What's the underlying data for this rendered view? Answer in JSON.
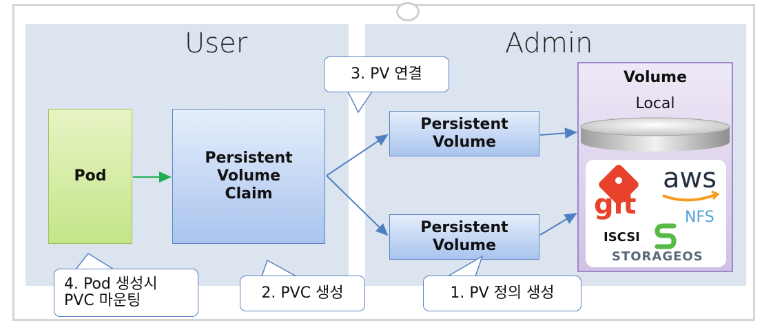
{
  "panels": {
    "user_title": "User",
    "admin_title": "Admin"
  },
  "nodes": {
    "pod": "Pod",
    "pvc": "Persistent\nVolume\nClaim",
    "pv1": "Persistent\nVolume",
    "pv2": "Persistent\nVolume"
  },
  "volume": {
    "title": "Volume",
    "local": "Local",
    "logos": {
      "git": "git",
      "aws": "aws",
      "nfs": "NFS",
      "iscsi": "ISCSI",
      "storageos": "STORAGEOS"
    }
  },
  "callouts": {
    "pv_connect": "3. PV 연결",
    "pod_create": "4. Pod 생성시\nPVC 마운팅",
    "pvc_create": "2. PVC 생성",
    "pv_define": "1. PV 정의 생성"
  },
  "colors": {
    "arrow_blue": "#4f7fc0",
    "arrow_green": "#1fae55",
    "git": "#e8412c",
    "aws_text": "#222f3e",
    "aws_smile": "#f59a1c",
    "nfs": "#4fa3d9",
    "storageos_green": "#59b947"
  }
}
